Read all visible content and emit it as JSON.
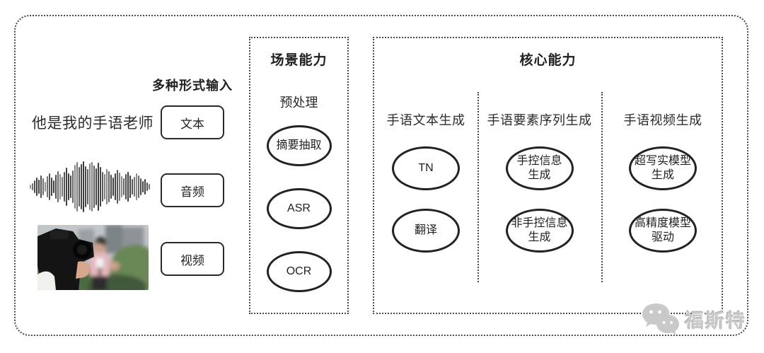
{
  "input_section": {
    "label": "多种形式输入",
    "sample_text": "他是我的手语老师",
    "items": [
      {
        "label": "文本"
      },
      {
        "label": "音频"
      },
      {
        "label": "视频"
      }
    ],
    "media_icons": [
      {
        "name": "audio-waveform"
      },
      {
        "name": "reporter-video-thumbnail"
      }
    ]
  },
  "scene_box": {
    "title": "场景能力",
    "subtitle": "预处理",
    "nodes": [
      "摘要抽取",
      "ASR",
      "OCR"
    ]
  },
  "core_box": {
    "title": "核心能力",
    "columns": [
      {
        "header": "手语文本生成",
        "nodes": [
          "TN",
          "翻译"
        ]
      },
      {
        "header": "手语要素序列生成",
        "nodes": [
          "手控信息\n生成",
          "非手控信息\n生成"
        ]
      },
      {
        "header": "手语视频生成",
        "nodes": [
          "超写实模型\n生成",
          "高精度模型\n驱动"
        ]
      }
    ]
  },
  "watermark": {
    "text": "福斯特",
    "icon": "wechat-chat-bubbles-icon"
  },
  "colors": {
    "ink": "#1f1f1f",
    "line": "#2a2a2a",
    "dot": "#4a4a4a",
    "wm": "#c9c9c9"
  }
}
